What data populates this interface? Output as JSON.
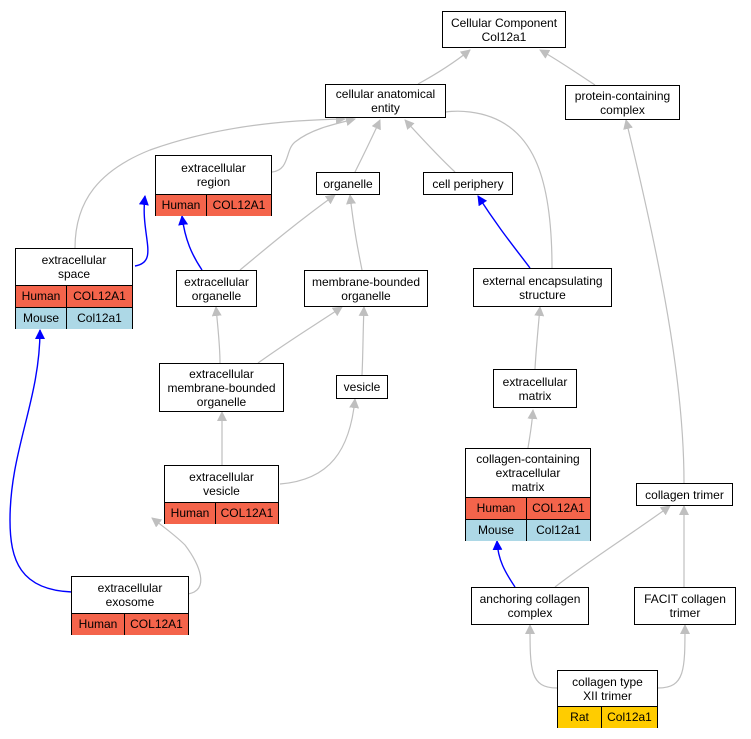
{
  "colors": {
    "human": "#f4644b",
    "mouse": "#add8e6",
    "rat": "#ffcc00",
    "edge_gray": "#bfbfbf",
    "edge_blue": "#0000ff"
  },
  "nodes": {
    "cellular_component": "Cellular Component\nCol12a1",
    "cellular_anatomical_entity": "cellular anatomical\nentity",
    "protein_containing_complex": "protein-containing\ncomplex",
    "extracellular_region": "extracellular\nregion",
    "organelle": "organelle",
    "cell_periphery": "cell periphery",
    "extracellular_space": "extracellular\nspace",
    "extracellular_organelle": "extracellular\norganelle",
    "membrane_bounded_organelle": "membrane-bounded\norganelle",
    "external_encapsulating_structure": "external encapsulating\nstructure",
    "extracellular_membrane_bounded_organelle": "extracellular\nmembrane-bounded\norganelle",
    "vesicle": "vesicle",
    "extracellular_matrix": "extracellular\nmatrix",
    "collagen_containing_extracellular_matrix": "collagen-containing\nextracellular\nmatrix",
    "extracellular_vesicle": "extracellular\nvesicle",
    "collagen_trimer": "collagen trimer",
    "extracellular_exosome": "extracellular\nexosome",
    "anchoring_collagen_complex": "anchoring collagen\ncomplex",
    "facit_collagen_trimer": "FACIT collagen\ntrimer",
    "collagen_type_xii_trimer": "collagen type\nXII trimer"
  },
  "annotations": {
    "extracellular_region": [
      {
        "species": "Human",
        "gene": "COL12A1"
      }
    ],
    "extracellular_space": [
      {
        "species": "Human",
        "gene": "COL12A1"
      },
      {
        "species": "Mouse",
        "gene": "Col12a1"
      }
    ],
    "extracellular_vesicle": [
      {
        "species": "Human",
        "gene": "COL12A1"
      }
    ],
    "collagen_containing_extracellular_matrix": [
      {
        "species": "Human",
        "gene": "COL12A1"
      },
      {
        "species": "Mouse",
        "gene": "Col12a1"
      }
    ],
    "extracellular_exosome": [
      {
        "species": "Human",
        "gene": "COL12A1"
      }
    ],
    "collagen_type_xii_trimer": [
      {
        "species": "Rat",
        "gene": "Col12a1"
      }
    ]
  }
}
